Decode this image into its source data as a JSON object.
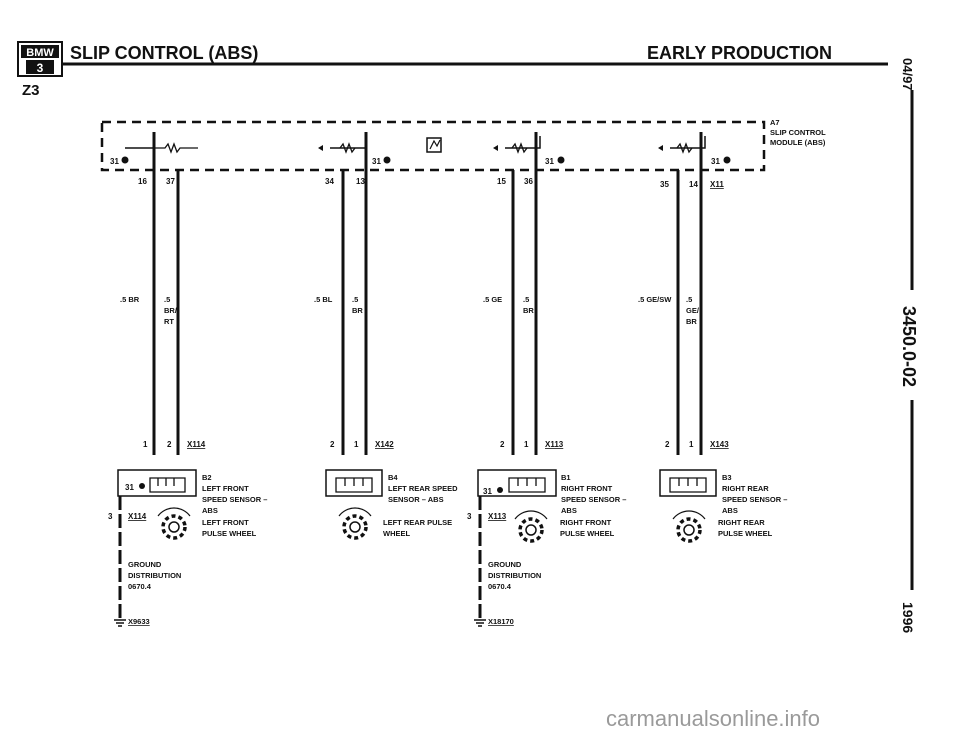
{
  "header": {
    "logo_text": "BMW",
    "series_badge": "3",
    "title": "SLIP CONTROL (ABS)",
    "production": "EARLY PRODUCTION",
    "model": "Z3"
  },
  "side": {
    "date": "04/97",
    "doc_number": "3450.0-02",
    "year": "1996"
  },
  "module": {
    "id": "A7",
    "name": "SLIP CONTROL",
    "name2": "MODULE (ABS)",
    "connector": "X11"
  },
  "ground_pin": "31",
  "groups": [
    {
      "pins": [
        "16",
        "37"
      ],
      "wires": [
        {
          "size": ".5 BR",
          "color": ""
        },
        {
          "size": ".5",
          "color": "BR/",
          "color2": "RT"
        }
      ],
      "connector": "X114",
      "conn_pins": [
        "1",
        "2"
      ],
      "sensor": {
        "id": "B2",
        "lines": [
          "LEFT FRONT",
          "SPEED SENSOR –",
          "ABS"
        ],
        "pin31": "31"
      },
      "wheel": {
        "lines": [
          "LEFT FRONT",
          "PULSE WHEEL"
        ]
      },
      "ground": {
        "pin": "3",
        "connector": "X114",
        "lines": [
          "GROUND",
          "DISTRIBUTION",
          "0670.4"
        ],
        "point": "X9633"
      }
    },
    {
      "pins": [
        "34",
        "13"
      ],
      "wires": [
        {
          "size": ".5 BL",
          "color": ""
        },
        {
          "size": ".5",
          "color": "BR",
          "color2": ""
        }
      ],
      "connector": "X142",
      "conn_pins": [
        "2",
        "1"
      ],
      "sensor": {
        "id": "B4",
        "lines": [
          "LEFT REAR SPEED",
          "SENSOR – ABS"
        ]
      },
      "wheel": {
        "lines": [
          "LEFT REAR PULSE",
          "WHEEL"
        ]
      }
    },
    {
      "pins": [
        "15",
        "36"
      ],
      "wires": [
        {
          "size": ".5 GE",
          "color": ""
        },
        {
          "size": ".5",
          "color": "BR",
          "color2": ""
        }
      ],
      "connector": "X113",
      "conn_pins": [
        "2",
        "1"
      ],
      "sensor": {
        "id": "B1",
        "lines": [
          "RIGHT FRONT",
          "SPEED SENSOR –",
          "ABS"
        ],
        "pin31": "31"
      },
      "wheel": {
        "lines": [
          "RIGHT FRONT",
          "PULSE WHEEL"
        ]
      },
      "ground": {
        "pin": "3",
        "connector": "X113",
        "lines": [
          "GROUND",
          "DISTRIBUTION",
          "0670.4"
        ],
        "point": "X18170"
      }
    },
    {
      "pins": [
        "35",
        "14"
      ],
      "wires": [
        {
          "size": ".5 GE/SW",
          "color": ""
        },
        {
          "size": ".5",
          "color": "GE/",
          "color2": "BR"
        }
      ],
      "connector": "X143",
      "conn_pins": [
        "2",
        "1"
      ],
      "sensor": {
        "id": "B3",
        "lines": [
          "RIGHT REAR",
          "SPEED SENSOR –",
          "ABS"
        ]
      },
      "wheel": {
        "lines": [
          "RIGHT REAR",
          "PULSE WHEEL"
        ]
      }
    }
  ],
  "watermark": "carmanualsonline.info",
  "colors": {
    "ink": "#111111",
    "watermark": "#9a9a9a"
  }
}
